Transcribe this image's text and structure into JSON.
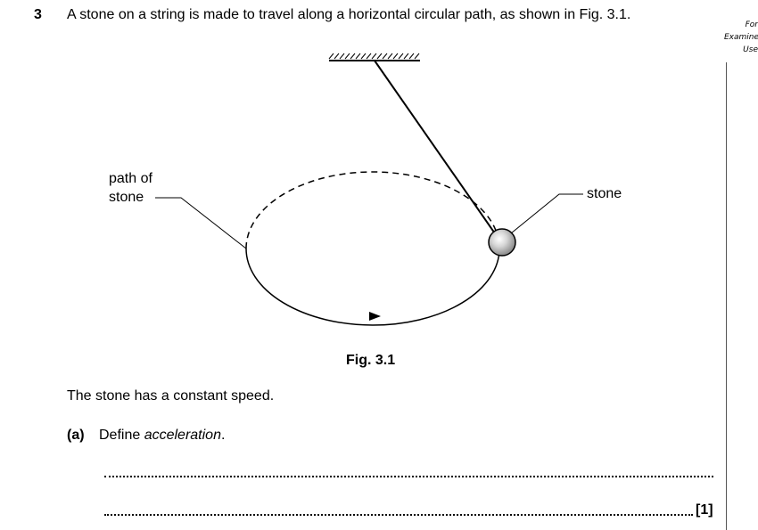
{
  "question": {
    "number": "3",
    "text": "A stone on a string is made to travel along a horizontal circular path, as shown in Fig. 3.1."
  },
  "margin_note": {
    "line1": "For",
    "line2": "Examiner's",
    "line3": "Use"
  },
  "figure": {
    "label_path_line1": "path of",
    "label_path_line2": "stone",
    "label_stone": "stone",
    "caption": "Fig. 3.1"
  },
  "statement": "The stone has a constant speed.",
  "part_a": {
    "label": "(a)",
    "prefix": "Define ",
    "term": "acceleration",
    "suffix": ".",
    "marks": "[1]"
  }
}
